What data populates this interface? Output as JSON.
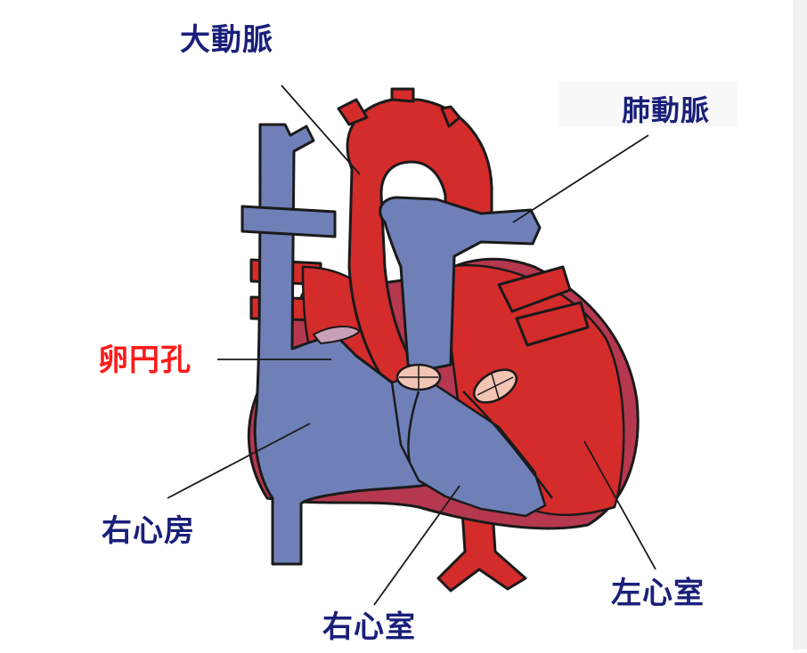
{
  "labels": {
    "aorta": "大動脈",
    "pulmonary_artery": "肺動脈",
    "foramen_ovale": "卵円孔",
    "right_atrium": "右心房",
    "right_ventricle": "右心室",
    "left_ventricle": "左心室"
  },
  "colors": {
    "label_text": "#1a1f7a",
    "highlight_text": "#ff1a1a",
    "venous_blue": "#6f80b8",
    "arterial_red": "#d42b2b",
    "muscle_red": "#b5384f",
    "valve_pink": "#f2c4b4",
    "outline": "#1a1a1a"
  }
}
